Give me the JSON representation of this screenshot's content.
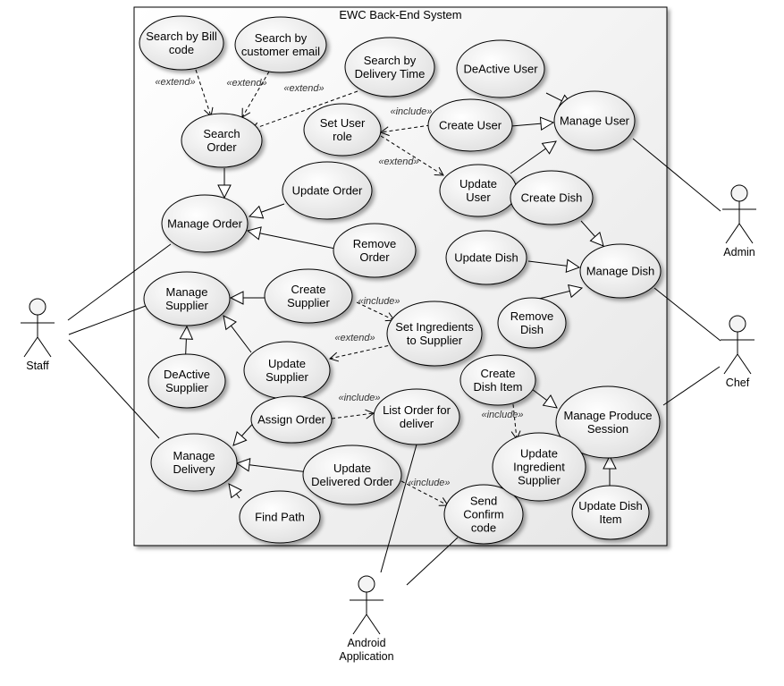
{
  "system_title": "EWC Back-End System",
  "actors": {
    "staff": "Staff",
    "admin": "Admin",
    "chef": "Chef",
    "android": [
      "Android",
      "Application"
    ]
  },
  "usecases": {
    "search_bill": [
      "Search by Bill",
      "code"
    ],
    "search_email": [
      "Search by",
      "customer email"
    ],
    "search_time": [
      "Search by",
      "Delivery Time"
    ],
    "search_order": [
      "Search",
      "Order"
    ],
    "manage_order": [
      "Manage Order"
    ],
    "update_order": [
      "Update Order"
    ],
    "remove_order": [
      "Remove",
      "Order"
    ],
    "set_user_role": [
      "Set User",
      "role"
    ],
    "create_user": [
      "Create User"
    ],
    "deactive_user": [
      "DeActive User"
    ],
    "manage_user": [
      "Manage User"
    ],
    "update_user": [
      "Update",
      "User"
    ],
    "create_dish": [
      "Create Dish"
    ],
    "update_dish": [
      "Update Dish"
    ],
    "manage_dish": [
      "Manage Dish"
    ],
    "remove_dish": [
      "Remove",
      "Dish"
    ],
    "manage_supplier": [
      "Manage",
      "Supplier"
    ],
    "create_supplier": [
      "Create",
      "Supplier"
    ],
    "set_ingredients": [
      "Set Ingredients",
      "to Supplier"
    ],
    "update_supplier": [
      "Update",
      "Supplier"
    ],
    "deactive_supplier": [
      "DeActive",
      "Supplier"
    ],
    "assign_order": [
      "Assign Order"
    ],
    "list_order": [
      "List Order for",
      "deliver"
    ],
    "manage_delivery": [
      "Manage",
      "Delivery"
    ],
    "update_delivered": [
      "Update",
      "Delivered Order"
    ],
    "send_confirm": [
      "Send",
      "Confirm",
      "code"
    ],
    "find_path": [
      "Find Path"
    ],
    "create_dish_item": [
      "Create",
      "Dish Item"
    ],
    "manage_produce": [
      "Manage Produce",
      "Session"
    ],
    "update_ingredient": [
      "Update",
      "Ingredient",
      "Supplier"
    ],
    "update_dish_item": [
      "Update Dish",
      "Item"
    ]
  },
  "stereotypes": {
    "extend": "«extend»",
    "include": "«include»"
  },
  "colors": {
    "ellipse_fill_top": "#ffffff",
    "ellipse_fill_bottom": "#e2e2e2",
    "stroke": "#000000",
    "system_fill": "#f2f2f2"
  }
}
